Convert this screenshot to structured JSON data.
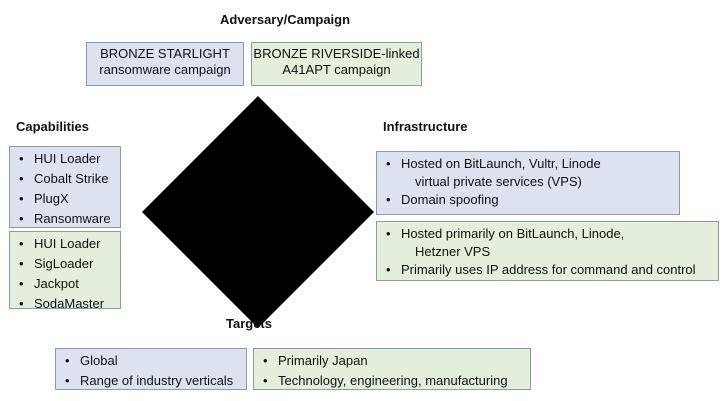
{
  "headings": {
    "adversary": "Adversary/Campaign",
    "capabilities": "Capabilities",
    "infrastructure": "Infrastructure",
    "targets": "Targets"
  },
  "adversary": {
    "blue": [
      "BRONZE STARLIGHT",
      "ransomware campaign"
    ],
    "green": [
      "BRONZE RIVERSIDE-linked",
      "A41APT campaign"
    ]
  },
  "capabilities": {
    "blue": [
      "HUI Loader",
      "Cobalt Strike",
      "PlugX",
      "Ransomware"
    ],
    "green": [
      "HUI Loader",
      "SigLoader",
      "Jackpot",
      "SodaMaster"
    ]
  },
  "infrastructure": {
    "blue": [
      {
        "text": "Hosted on BitLaunch, Vultr, Linode",
        "cont": "virtual private services (VPS)"
      },
      {
        "text": "Domain spoofing"
      }
    ],
    "green": [
      {
        "text": "Hosted primarily on BitLaunch, Linode,",
        "cont": "Hetzner VPS"
      },
      {
        "text": "Primarily uses IP address for command and control"
      }
    ]
  },
  "targets": {
    "blue": [
      "Global",
      "Range of industry verticals"
    ],
    "green": [
      "Primarily Japan",
      "Technology, engineering, manufacturing"
    ]
  },
  "colors": {
    "blue_box": "#dce3ef",
    "green_box": "#e3eedb",
    "diamond": "#000000",
    "border": "#8f9aa6"
  }
}
